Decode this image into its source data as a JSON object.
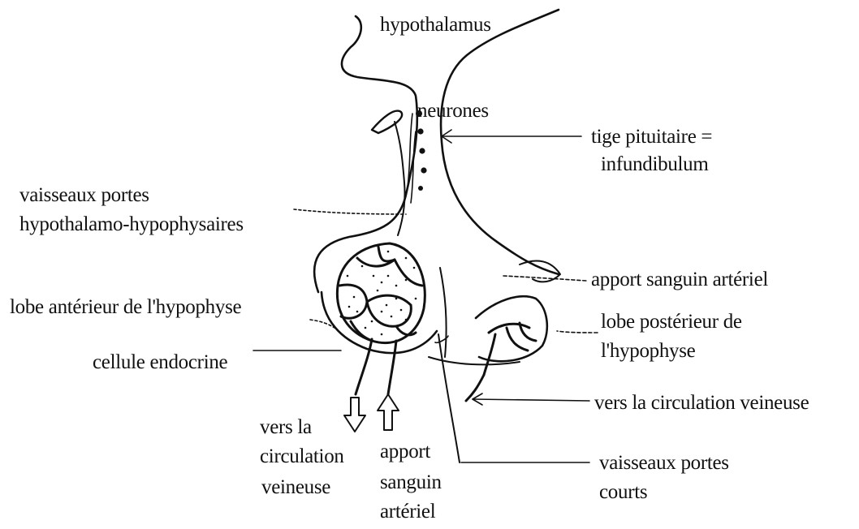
{
  "labels": {
    "hypothalamus": "hypothalamus",
    "neurones": "neurones",
    "tige_line1": "tige pituitaire =",
    "tige_line2": "infundibulum",
    "vaisseaux_line1": "vaisseaux portes",
    "vaisseaux_line2": "hypothalamo-hypophysaires",
    "apport_arteriel_right": "apport sanguin artériel",
    "lobe_anterieur": "lobe antérieur de l'hypophyse",
    "lobe_posterieur_line1": "lobe postérieur de",
    "lobe_posterieur_line2": "l'hypophyse",
    "cellule": "cellule endocrine",
    "vers_circ_right": "vers la circulation veineuse",
    "vers_circ_bottom_1": "vers la",
    "vers_circ_bottom_2": "circulation",
    "vers_circ_bottom_3": "veineuse",
    "apport_bottom_1": "apport",
    "apport_bottom_2": "sanguin",
    "apport_bottom_3": "artériel",
    "courts_line1": "vaisseaux portes",
    "courts_line2": "courts"
  },
  "colors": {
    "ink": "#111111",
    "background": "#ffffff"
  }
}
